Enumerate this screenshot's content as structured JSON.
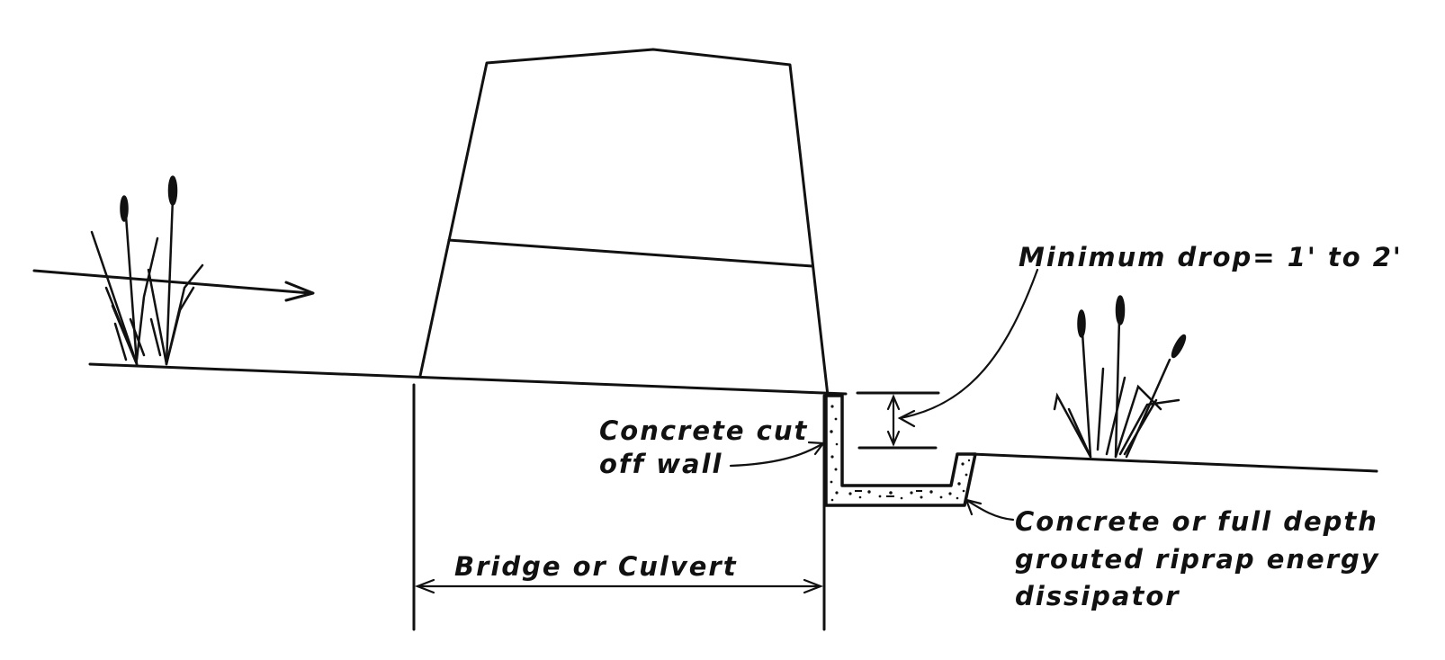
{
  "diagram": {
    "labels": {
      "minimum_drop": "Minimum drop= 1' to 2'",
      "cutoff_wall_line1": "Concrete cut",
      "cutoff_wall_line2": "off wall",
      "dissipator_line1": "Concrete or full depth",
      "dissipator_line2": "grouted riprap energy",
      "dissipator_line3": "dissipator",
      "bridge_span": "Bridge  or Culvert"
    },
    "colors": {
      "ink": "#111111",
      "background": "#ffffff"
    },
    "icons": {
      "flow_direction": "arrow-right-icon",
      "vegetation": "cattail-plant-icon"
    }
  }
}
